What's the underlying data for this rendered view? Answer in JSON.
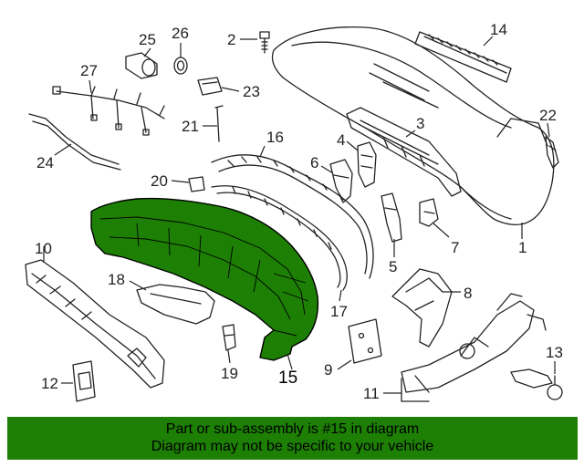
{
  "callouts": {
    "n1": "1",
    "n2": "2",
    "n3": "3",
    "n4": "4",
    "n5": "5",
    "n6": "6",
    "n7": "7",
    "n8": "8",
    "n9": "9",
    "n10": "10",
    "n11": "11",
    "n12": "12",
    "n13": "13",
    "n14": "14",
    "n15": "15",
    "n16": "16",
    "n17": "17",
    "n18": "18",
    "n19": "19",
    "n20": "20",
    "n21": "21",
    "n22": "22",
    "n23": "23",
    "n24": "24",
    "n25": "25",
    "n26": "26",
    "n27": "27"
  },
  "highlight_color": "#1d7f04",
  "banner": {
    "line1": "Part or sub-assembly is #15 in diagram",
    "line2": "Diagram may not be specific to your vehicle"
  }
}
